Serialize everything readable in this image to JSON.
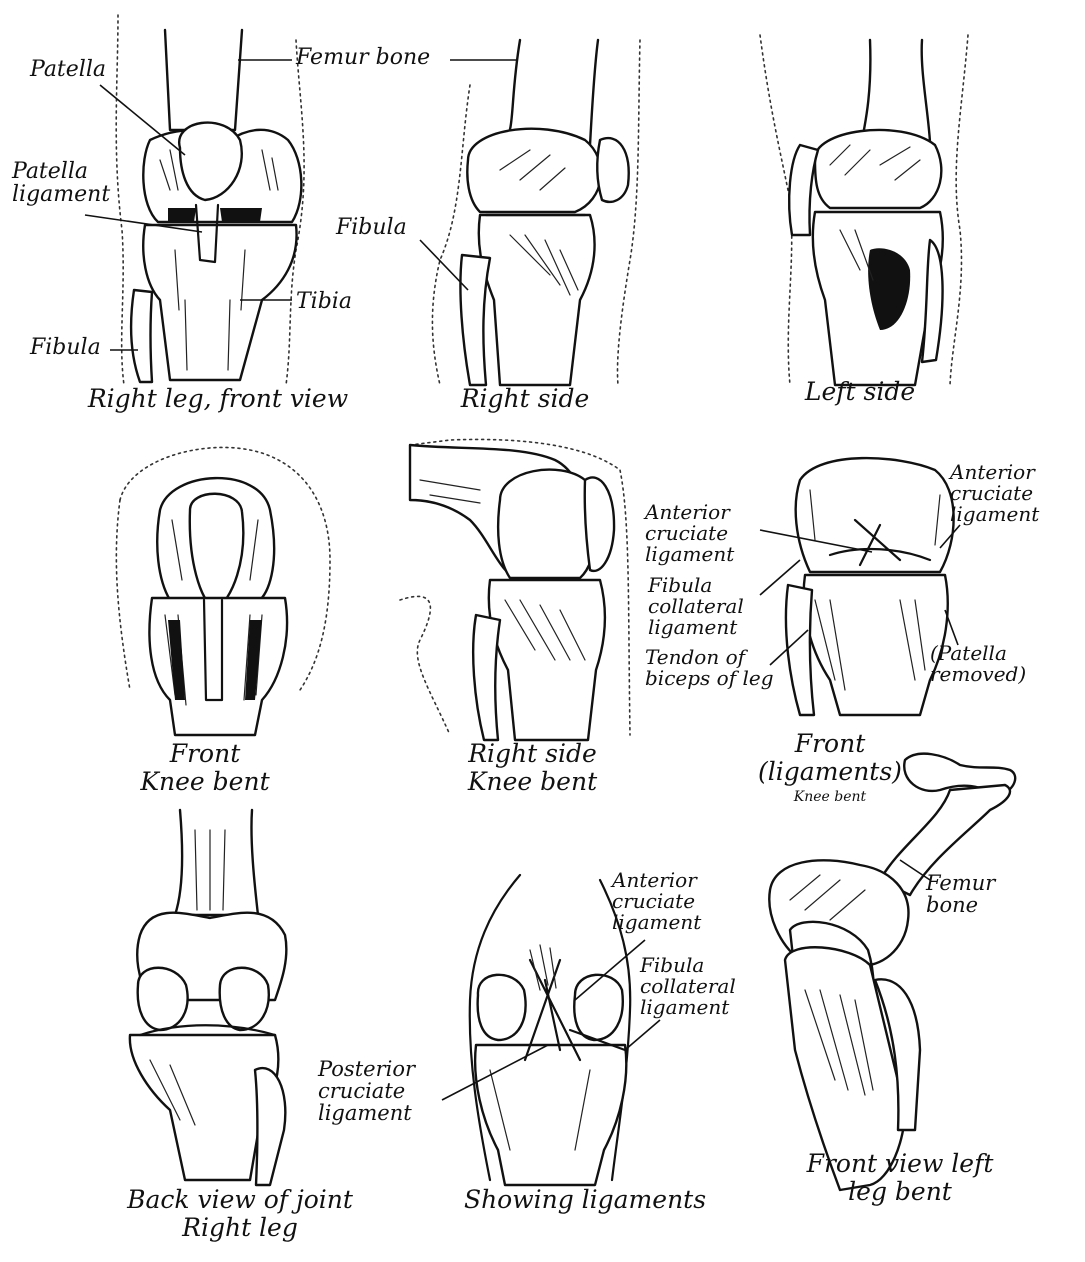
{
  "figures": {
    "right_leg_front": {
      "caption": "Right leg, front view",
      "labels": {
        "patella": "Patella",
        "femur_bone": "Femur bone",
        "patella_ligament": "Patella\nligament",
        "tibia": "Tibia",
        "fibula": "Fibula"
      }
    },
    "right_side": {
      "caption": "Right side",
      "labels": {
        "fibula": "Fibula"
      }
    },
    "left_side": {
      "caption": "Left side"
    },
    "front_knee_bent": {
      "caption": "Front\nKnee bent"
    },
    "right_side_knee_bent": {
      "caption": "Right side\nKnee bent"
    },
    "front_ligaments": {
      "caption": "Front\n(ligaments)",
      "caption_small": "Knee bent",
      "labels": {
        "anterior_cruciate_left": "Anterior\ncruciate\nligament",
        "anterior_cruciate_right": "Anterior\ncruciate\nligament",
        "fibula_collateral": "Fibula\ncollateral\nligament",
        "tendon_biceps": "Tendon of\nbiceps of leg",
        "patella_removed": "(Patella\nremoved)"
      }
    },
    "back_view": {
      "caption": "Back view of joint\nRight leg"
    },
    "showing_ligaments": {
      "caption": "Showing ligaments",
      "labels": {
        "anterior_cruciate": "Anterior\ncruciate\nligament",
        "fibula_collateral": "Fibula\ncollateral\nligament",
        "posterior_cruciate": "Posterior\ncruciate\nligament"
      }
    },
    "front_view_left_leg_bent": {
      "caption": "Front view left\nleg bent",
      "labels": {
        "femur_bone": "Femur\nbone"
      }
    }
  }
}
